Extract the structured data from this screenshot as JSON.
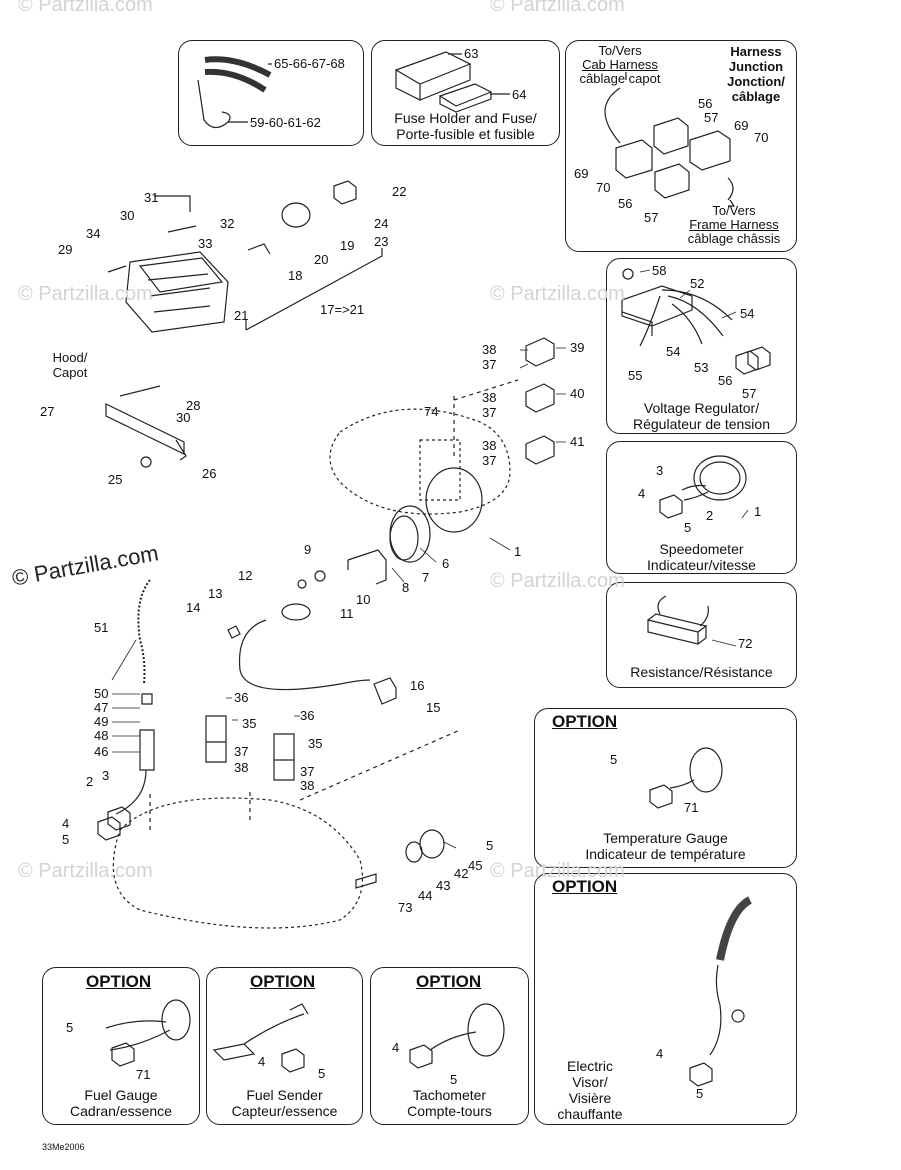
{
  "watermark": {
    "text": "© Partzilla.com"
  },
  "boxes": {
    "grip": {
      "labels": [
        "65-66-67-68",
        "59-60-61-62"
      ]
    },
    "fuse": {
      "caption_1": "Fuse Holder and Fuse/",
      "caption_2": "Porte-fusible et fusible",
      "labels": [
        "63",
        "64"
      ]
    },
    "harness": {
      "title": [
        "Harness",
        "Junction",
        "Jonction/",
        "câblage"
      ],
      "to_cab": [
        "To/Vers",
        "Cab Harness",
        "câblage capot"
      ],
      "to_frame": [
        "To/Vers",
        "Frame Harness",
        "câblage châssis"
      ],
      "labels": [
        "56",
        "57",
        "69",
        "70",
        "69",
        "70",
        "56",
        "57"
      ]
    },
    "regulator": {
      "caption_1": "Voltage Regulator/",
      "caption_2": "Régulateur de tension",
      "labels": [
        "58",
        "52",
        "54",
        "54",
        "53",
        "55",
        "56",
        "57"
      ]
    },
    "speedometer": {
      "caption_1": "Speedometer",
      "caption_2": "Indicateur/vitesse",
      "labels": [
        "3",
        "4",
        "5",
        "2",
        "1"
      ]
    },
    "resistance": {
      "caption": "Resistance/Résistance",
      "labels": [
        "72"
      ]
    },
    "temp": {
      "option": "OPTION",
      "caption_1": "Temperature Gauge",
      "caption_2": "Indicateur de température",
      "labels": [
        "5",
        "71"
      ]
    },
    "visor": {
      "option": "OPTION",
      "caption": [
        "Electric",
        "Visor/",
        "Visière",
        "chauffante"
      ],
      "labels": [
        "4",
        "5"
      ]
    },
    "fuel_gauge": {
      "option": "OPTION",
      "caption_1": "Fuel Gauge",
      "caption_2": "Cadran/essence",
      "labels": [
        "5",
        "71"
      ]
    },
    "fuel_sender": {
      "option": "OPTION",
      "caption_1": "Fuel Sender",
      "caption_2": "Capteur/essence",
      "labels": [
        "4",
        "5"
      ]
    },
    "tachometer": {
      "option": "OPTION",
      "caption_1": "Tachometer",
      "caption_2": "Compte-tours",
      "labels": [
        "4",
        "5"
      ]
    }
  },
  "main": {
    "hood": [
      "Hood/",
      "Capot"
    ],
    "labels": [
      "31",
      "30",
      "32",
      "33",
      "34",
      "29",
      "21",
      "22",
      "24",
      "23",
      "19",
      "20",
      "18",
      "17=>21",
      "28",
      "30",
      "27",
      "26",
      "25",
      "38",
      "37",
      "39",
      "38",
      "37",
      "40",
      "38",
      "37",
      "41",
      "74",
      "1",
      "6",
      "7",
      "8",
      "9",
      "10",
      "11",
      "12",
      "13",
      "14",
      "51",
      "16",
      "15",
      "50",
      "47",
      "49",
      "48",
      "46",
      "36",
      "35",
      "37",
      "38",
      "36",
      "35",
      "37",
      "38",
      "2",
      "3",
      "4",
      "5",
      "5",
      "45",
      "42",
      "43",
      "44",
      "73"
    ]
  },
  "footer": {
    "code": "33Me2006"
  }
}
